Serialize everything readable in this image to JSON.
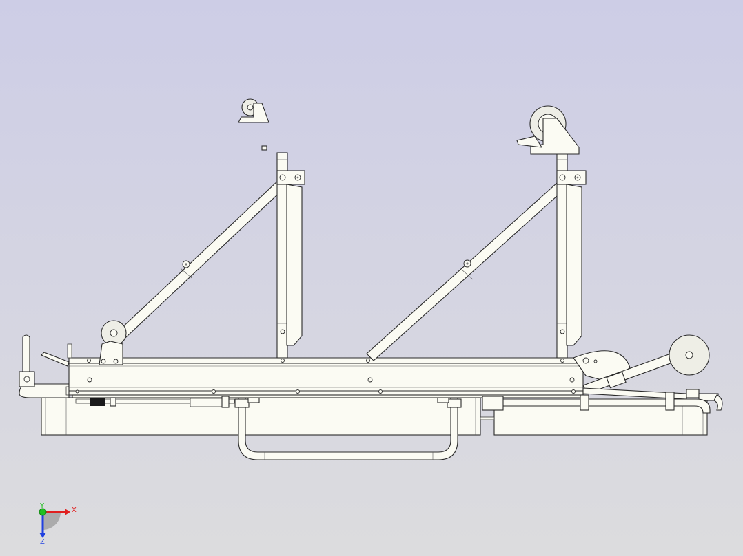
{
  "viewport": {
    "background_top": "#cdcde6",
    "background_bottom": "#dcdcde",
    "part_fill": "#fbfbf3",
    "edge_color": "#2a2a2a"
  },
  "triad": {
    "x_label": "X",
    "y_label": "Y",
    "z_label": "Z",
    "x_color": "#e02020",
    "y_color": "#20c020",
    "z_color": "#2040e0"
  }
}
